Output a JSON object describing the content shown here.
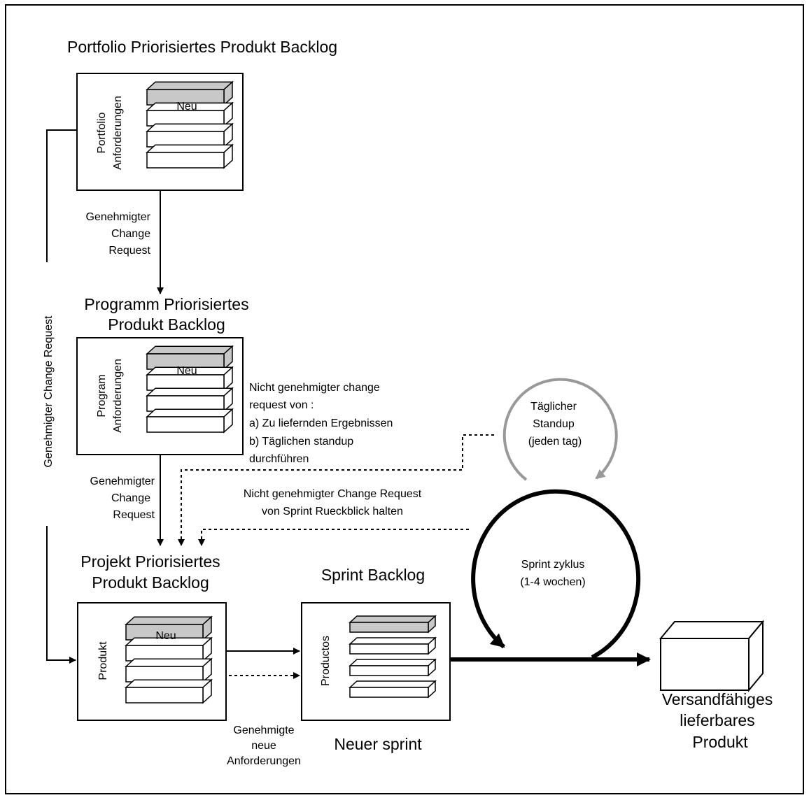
{
  "diagram": {
    "portfolio": {
      "title": "Portfolio Priorisiertes Produkt Backlog",
      "side_label_1": "Portfolio",
      "side_label_2": "Anforderungen",
      "new_item": "Neu"
    },
    "approved_change_1": [
      "Genehmigter",
      "Change",
      "Request"
    ],
    "left_vertical_label": "Genehmigter Change Request",
    "program": {
      "title_1": "Programm Priorisiertes",
      "title_2": "Produkt Backlog",
      "side_label_1": "Program",
      "side_label_2": "Anforderungen",
      "new_item": "Neu"
    },
    "not_approved_note": [
      "Nicht genehmigter change",
      "request von :",
      "a) Zu liefernden Ergebnissen",
      "b) Täglichen standup",
      "durchführen"
    ],
    "approved_change_2": [
      "Genehmigter",
      "Change",
      "Request"
    ],
    "retro_note": [
      "Nicht genehmigter Change Request",
      "von Sprint Rueckblick halten"
    ],
    "standup": [
      "Täglicher",
      "Standup",
      "(jeden tag)"
    ],
    "sprint_cycle": [
      "Sprint zyklus",
      "(1-4 wochen)"
    ],
    "project": {
      "title_1": "Projekt Priorisiertes",
      "title_2": "Produkt Backlog",
      "side_label": "Produkt",
      "new_item": "Neu"
    },
    "sprint_backlog": {
      "title": "Sprint Backlog",
      "side_label": "Productos",
      "footer": "Neuer sprint"
    },
    "approved_new_requirements": [
      "Genehmigte",
      "neue",
      "Anforderungen"
    ],
    "deliverable": [
      "Versandfähiges",
      "lieferbares",
      "Produkt"
    ],
    "colors": {
      "stroke": "#000000",
      "highlight_fill": "#c8c8c8",
      "standup_circle": "#999999"
    }
  }
}
